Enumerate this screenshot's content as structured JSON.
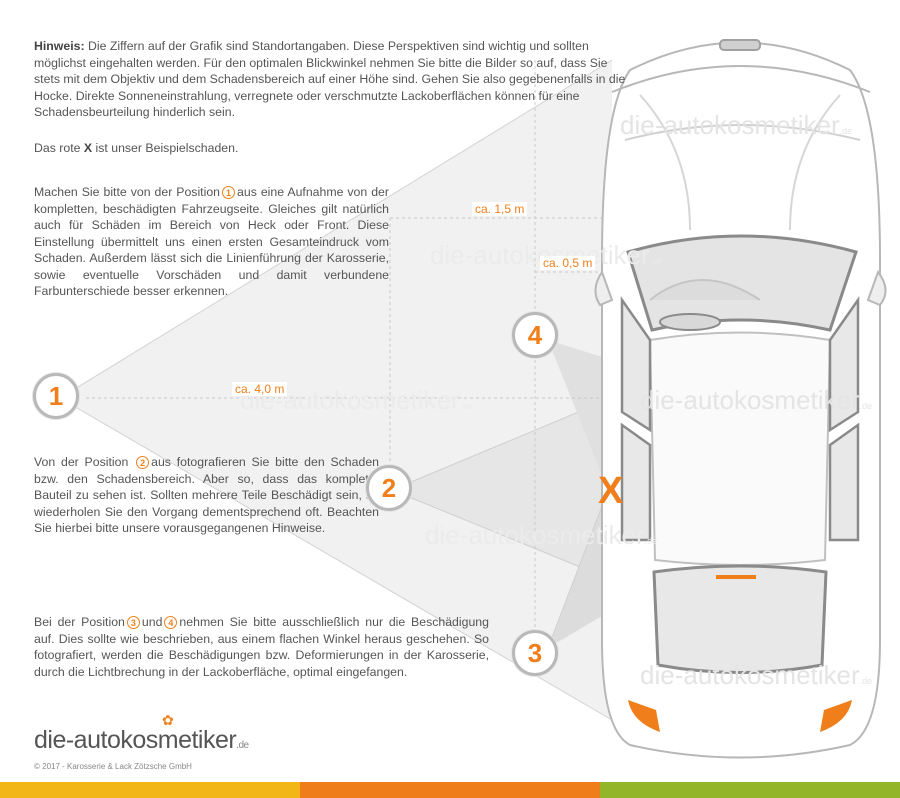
{
  "hint": {
    "label": "Hinweis:",
    "text": " Die Ziffern auf der Grafik sind Standortangaben. Diese Perspektiven sind wichtig und sollten möglichst eingehalten werden. Für den optimalen Blickwinkel nehmen Sie bitte die Bilder so auf, dass Sie stets mit dem Objektiv und dem Schadensbereich auf einer Höhe sind. Gehen Sie also gegebenenfalls in die Hocke. Direkte Sonneneinstrahlung, verregnete oder verschmutzte Lackoberflächen können für eine Schadensbeurteilung hinderlich sein."
  },
  "example": {
    "prefix": "Das rote ",
    "mark": "X",
    "suffix": " ist unser Beispielschaden."
  },
  "pos1": {
    "prefix": "Machen Sie bitte von der Position",
    "badge": "1",
    "text": "aus eine Aufnahme von der kompletten, beschädigten Fahrzeugseite. Gleiches gilt natürlich auch für Schäden im Bereich von Heck oder Front. Diese Einstellung übermittelt uns einen ersten Gesamteindruck vom Schaden. Außerdem lässt sich die Linienführung der Karosserie, sowie eventuelle Vorschäden und damit verbundene Farbunterschiede besser erkennen."
  },
  "pos2": {
    "prefix": "Von der Position",
    "badge": "2",
    "text": "aus fotografieren Sie bitte den Schaden bzw. den Schadensbereich. Aber so, dass das komplette Bauteil zu sehen ist. Sollten mehrere Teile Beschädigt sein, so wiederholen Sie den Vorgang dementsprechend oft. Beachten Sie hierbei bitte unsere vorausgegangenen Hinweise."
  },
  "pos34": {
    "prefix": "Bei der Position",
    "badge_a": "3",
    "mid": "und",
    "badge_b": "4",
    "text": "nehmen Sie bitte ausschließlich nur die Beschädigung auf. Dies sollte wie beschrieben, aus einem flachen Winkel heraus geschehen. So fotografiert, werden die Beschädigungen bzw. Deformierungen in der Karosserie, durch die Lichtbrechung in der Lackoberfläche, optimal eingefangen."
  },
  "markers": [
    "1",
    "2",
    "3",
    "4"
  ],
  "distances": {
    "d15": "ca. 1,5 m",
    "d05": "ca. 0,5 m",
    "d40": "ca. 4,0 m"
  },
  "damage_mark": "X",
  "logo": {
    "name": "die-autokosmetiker",
    "tld": ".de"
  },
  "watermark": {
    "name": "die-autokosmetiker",
    "tld": ".de"
  },
  "copyright": "© 2017 - Karosserie & Lack Zötzsche GmbH",
  "colors": {
    "accent": "#f07f1b",
    "bar_yellow": "#f2b717",
    "bar_orange": "#ee7d1a",
    "bar_green": "#93b52a",
    "text": "#555555"
  }
}
